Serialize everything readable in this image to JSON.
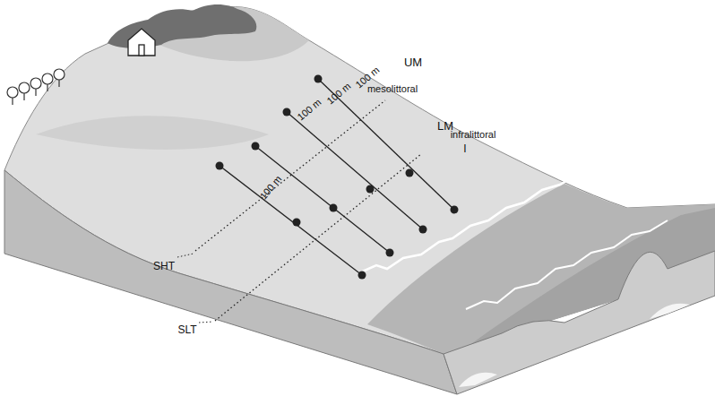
{
  "diagram": {
    "labels": [
      "UM",
      "mesolittoral",
      "LM",
      "infralittoral",
      "I",
      "100 m",
      "100 m",
      "100 m",
      "100 m",
      "SHT",
      "SLT"
    ]
  }
}
